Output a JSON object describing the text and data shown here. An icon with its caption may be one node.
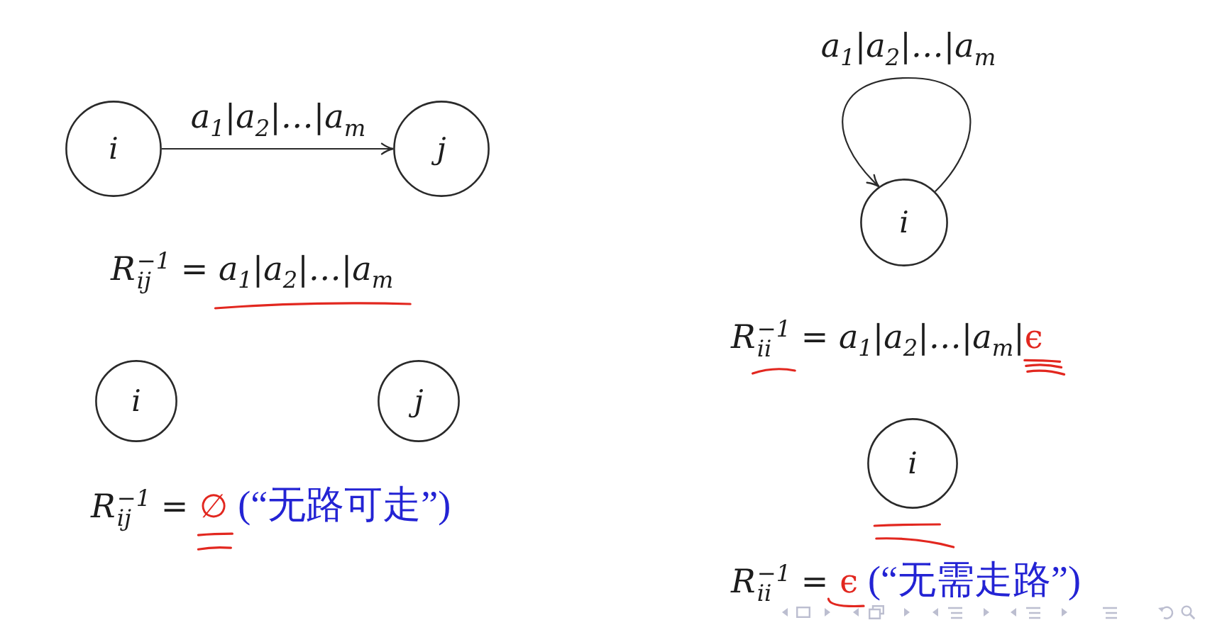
{
  "diagram": {
    "nodes": [
      {
        "text": [
          "i"
        ]
      },
      {
        "text": [
          "j"
        ]
      },
      {
        "text": [
          "i"
        ]
      },
      {
        "text": [
          "j"
        ]
      },
      {
        "text": [
          "i"
        ]
      },
      {
        "text": [
          "i"
        ]
      }
    ],
    "edges": [
      {
        "from": 0,
        "to": 1,
        "arrow": "to",
        "label": "a$_{1}$|a$_{2}$|…|a$_{m}$"
      },
      {
        "from": 4,
        "to": 4,
        "arrow": "to",
        "label": "a$_{1}$|a$_{2}$|…|a$_{m}$"
      }
    ],
    "labels": [
      "R$^{−1}$$_{ij}$ = a$_{1}$|a$_{2}$|…|a$_{m}$",
      "R$^{−1}$$_{ij}$ =",
      "∅",
      "(“无路可走”)",
      "R$^{−1}$$_{ii}$ = a$_{1}$|a$_{2}$|…|a$_{m}$|",
      "ϵ",
      "R$^{−1}$$_{ii}$ =",
      "ϵ",
      "(“无需走路”)"
    ]
  }
}
